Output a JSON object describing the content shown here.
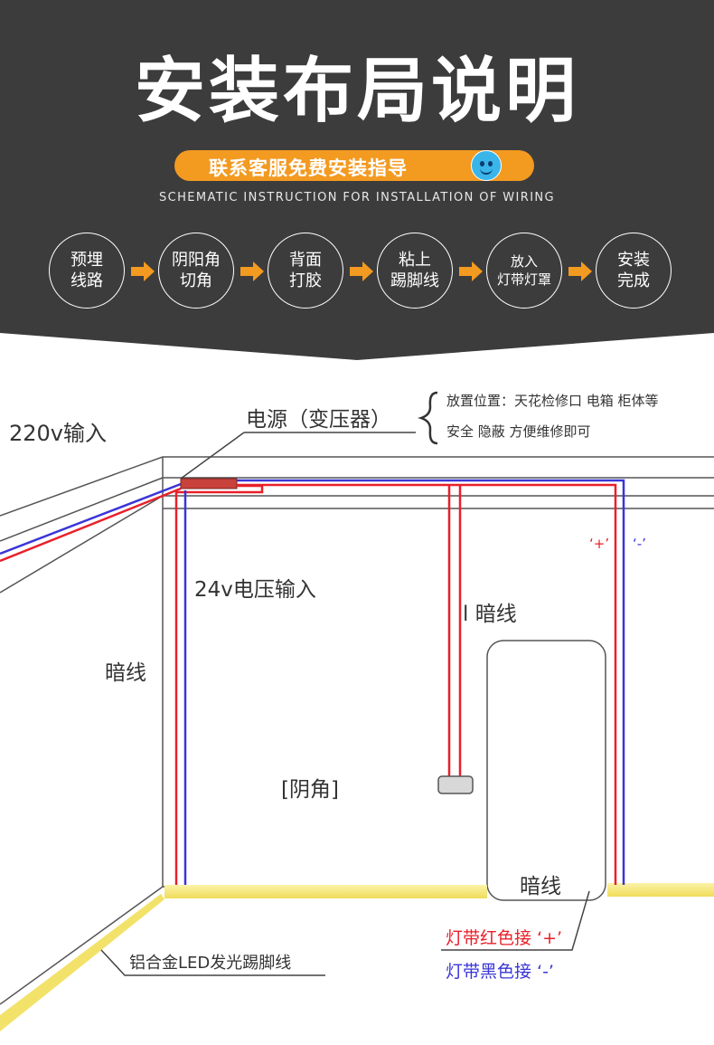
{
  "header": {
    "title": "安装布局说明",
    "contact_pill": "联系客服免费安装指导",
    "subtitle": "SCHEMATIC INSTRUCTION FOR INSTALLATION OF WIRING",
    "steps": [
      {
        "label": "预埋\n线路"
      },
      {
        "label": "阴阳角\n切角"
      },
      {
        "label": "背面\n打胶"
      },
      {
        "label": "粘上\n踢脚线"
      },
      {
        "label": "放入\n灯带灯罩"
      },
      {
        "label": "安装\n完成"
      }
    ]
  },
  "diagram": {
    "input_220v": "220v输入",
    "power_supply": "电源（变压器）",
    "placement_note_1": "放置位置：天花检修口 电箱 柜体等",
    "placement_note_2": "安全 隐蔽 方便维修即可",
    "input_24v": "24v电压输入",
    "concealed_left": "暗线",
    "concealed_mid": "l 暗线",
    "concealed_door": "暗线",
    "inner_corner": "[阴角]",
    "plus_mark": "‘+’",
    "minus_mark": "‘-’",
    "red_note": "灯带红色接 ‘+’",
    "black_note": "灯带黑色接 ‘-’",
    "product_label": "铝合金LED发光踢脚线"
  },
  "colors": {
    "header_bg": "#3c3c3c",
    "accent": "#f39a21",
    "wire_positive": "#e8202a",
    "wire_negative": "#3a35d6",
    "led_glow": "#f7ea7a",
    "transformer": "#c9413b"
  },
  "icons": [
    "smiley-icon",
    "right-arrow-icon",
    "curly-brace-icon"
  ]
}
